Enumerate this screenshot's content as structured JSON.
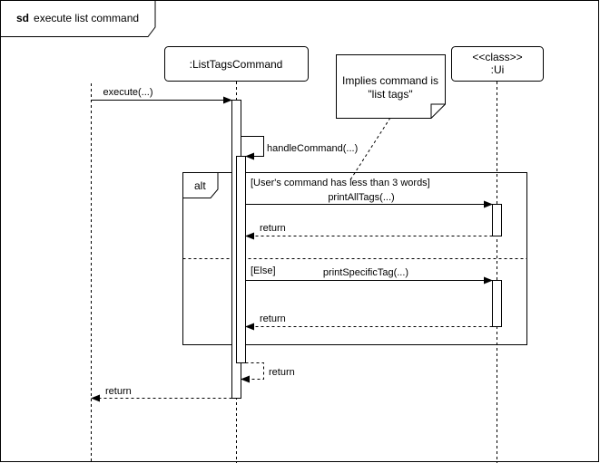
{
  "frame": {
    "keyword": "sd",
    "title": "execute list command"
  },
  "lifelines": {
    "command": ":ListTagsCommand",
    "ui_stereotype": "<<class>>",
    "ui_name": ":Ui"
  },
  "note": {
    "line1": "Implies command is",
    "line2": "\"list tags\""
  },
  "messages": {
    "execute": "execute(...)",
    "handle": "handleCommand(...)",
    "print_all": "printAllTags(...)",
    "return_all": "return",
    "print_specific": "printSpecificTag(...)",
    "return_specific": "return",
    "return_handle": "return",
    "return_execute": "return"
  },
  "alt": {
    "keyword": "alt",
    "guard1": "[User's command has less than 3 words]",
    "guard2": "[Else]"
  }
}
